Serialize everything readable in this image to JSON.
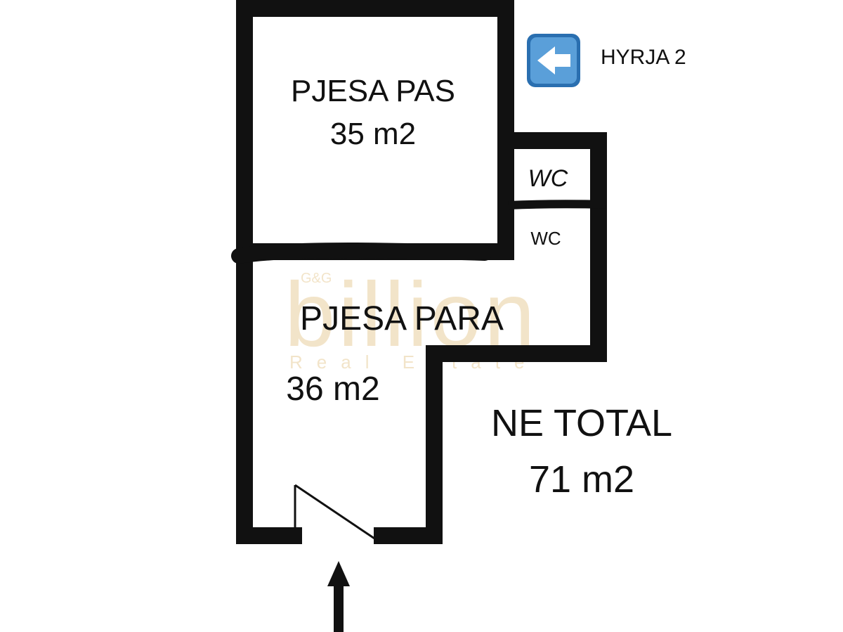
{
  "colors": {
    "wall": "#111111",
    "watermark": "#e9cf9d",
    "entrance_icon_fill": "#5a9fd9",
    "entrance_icon_border": "#2a6fb0"
  },
  "watermark": {
    "small": "G&G",
    "brand": "billion",
    "sub": "Real Estate"
  },
  "entrance_2": {
    "icon": "left-arrow-icon",
    "label": "HYRJA 2"
  },
  "rooms": {
    "upper": {
      "name": "PJESA PAS",
      "area": "35 m2"
    },
    "lower": {
      "name": "PJESA PARA",
      "area": "36 m2"
    },
    "wc_top": "WC",
    "wc_bottom": "WC"
  },
  "total": {
    "label": "NE TOTAL",
    "area": "71 m2"
  },
  "main_entrance": {
    "icon": "up-arrow-icon"
  }
}
